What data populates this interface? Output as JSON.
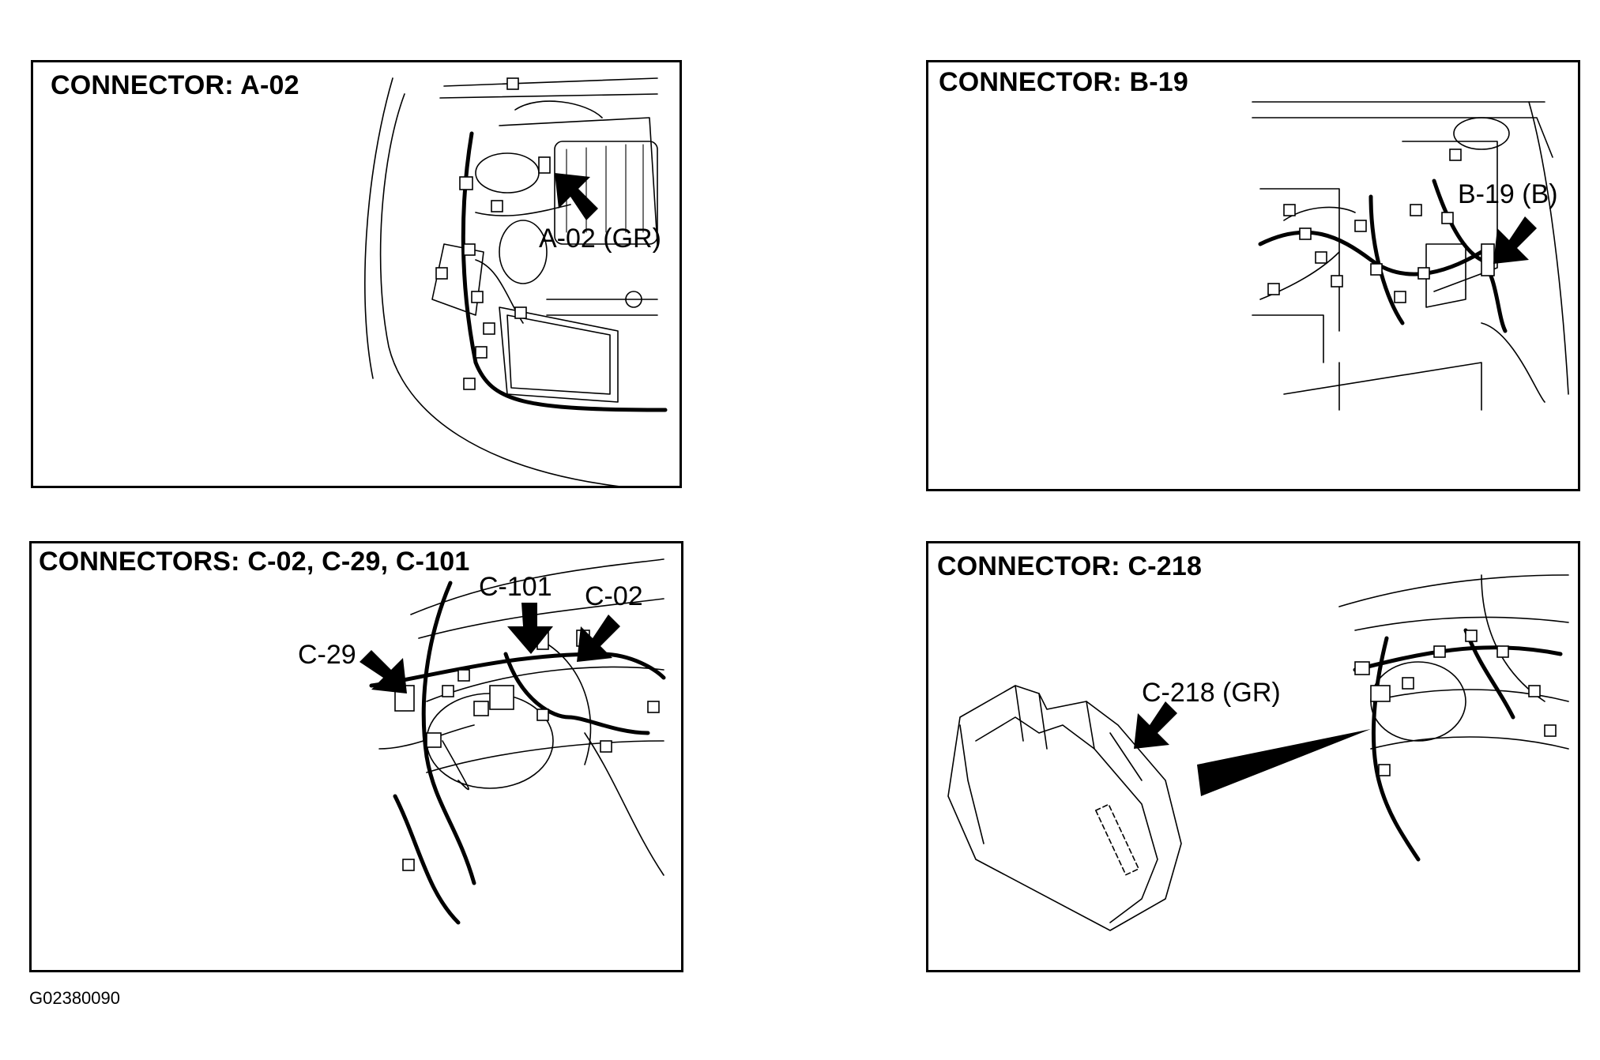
{
  "panels": [
    {
      "title": "CONNECTOR: A-02",
      "callouts": [
        "A-02 (GR)"
      ]
    },
    {
      "title": "CONNECTOR: B-19",
      "callouts": [
        "B-19 (B)"
      ]
    },
    {
      "title": "CONNECTORS: C-02, C-29, C-101",
      "callouts": [
        "C-101",
        "C-02",
        "C-29"
      ]
    },
    {
      "title": "CONNECTOR: C-218",
      "callouts": [
        "C-218 (GR)"
      ]
    }
  ],
  "figure_code": "G02380090"
}
